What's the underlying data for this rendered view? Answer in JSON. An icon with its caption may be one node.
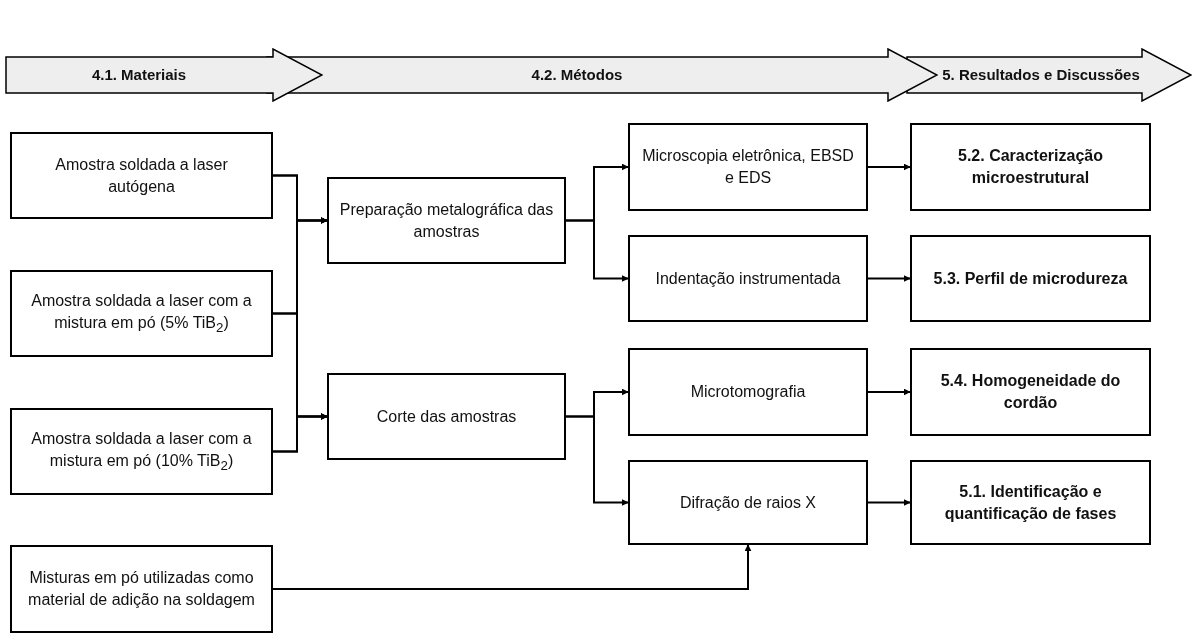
{
  "diagram": {
    "nodes": [
      {
        "text": [
          "4.1. Materiais"
        ]
      },
      {
        "text": [
          "4.2. Métodos"
        ]
      },
      {
        "text": [
          "5. Resultados e Discussões"
        ]
      },
      {
        "text": [
          "Amostra soldada a laser autógena"
        ]
      },
      {
        "text": [
          "Amostra soldada a laser com a mistura em pó (5% TiB$_{2}$)"
        ]
      },
      {
        "text": [
          "Amostra soldada a laser com a mistura em pó (10% TiB$_{2}$)"
        ]
      },
      {
        "text": [
          "Misturas em pó utilizadas como material de adição na soldagem"
        ]
      },
      {
        "text": [
          "Preparação metalográfica das amostras"
        ]
      },
      {
        "text": [
          "Corte das amostras"
        ]
      },
      {
        "text": [
          "Microscopia eletrônica, EBSD e EDS"
        ]
      },
      {
        "text": [
          "Indentação instrumentada"
        ]
      },
      {
        "text": [
          "Microtomografia"
        ]
      },
      {
        "text": [
          "Difração de raios X"
        ]
      },
      {
        "text": [
          "5.2. Caracterização microestrutural"
        ]
      },
      {
        "text": [
          "5.3. Perfil de microdureza"
        ]
      },
      {
        "text": [
          "5.4. Homogeneidade do cordão"
        ]
      },
      {
        "text": [
          "5.1. Identificação e quantificação de fases"
        ]
      }
    ],
    "edges": [
      {
        "from": 3,
        "to": 7,
        "arrow": "to"
      },
      {
        "from": 4,
        "to": 7,
        "arrow": "to"
      },
      {
        "from": 5,
        "to": 7,
        "arrow": "to"
      },
      {
        "from": 3,
        "to": 8,
        "arrow": "to"
      },
      {
        "from": 4,
        "to": 8,
        "arrow": "to"
      },
      {
        "from": 5,
        "to": 8,
        "arrow": "to"
      },
      {
        "from": 7,
        "to": 9,
        "arrow": "to"
      },
      {
        "from": 7,
        "to": 10,
        "arrow": "to"
      },
      {
        "from": 8,
        "to": 11,
        "arrow": "to"
      },
      {
        "from": 8,
        "to": 12,
        "arrow": "to"
      },
      {
        "from": 6,
        "to": 12,
        "arrow": "to"
      },
      {
        "from": 9,
        "to": 13,
        "arrow": "to"
      },
      {
        "from": 10,
        "to": 14,
        "arrow": "to"
      },
      {
        "from": 11,
        "to": 15,
        "arrow": "to"
      },
      {
        "from": 12,
        "to": 16,
        "arrow": "to"
      }
    ]
  }
}
